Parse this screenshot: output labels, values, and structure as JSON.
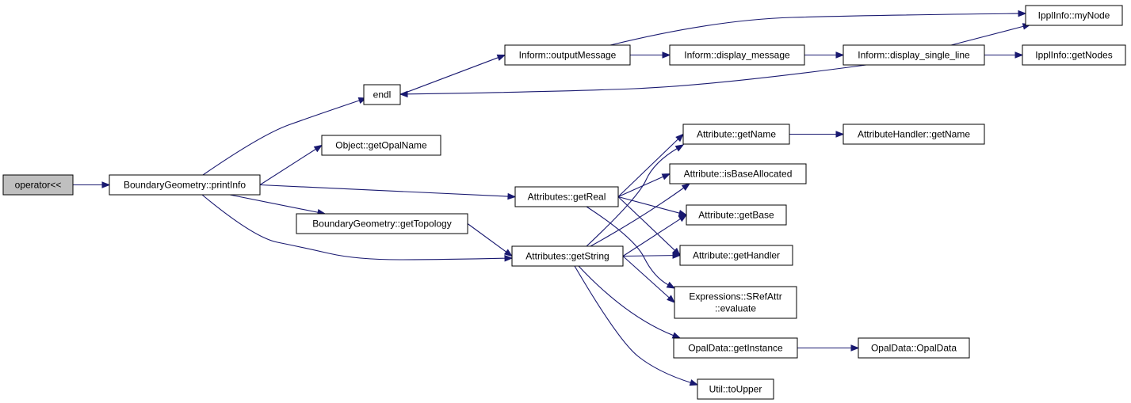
{
  "graph": {
    "edge_color": "#191970",
    "root_fill": "#bfbfbf",
    "nodes": [
      {
        "id": "operator_ll",
        "lines": [
          "operator<<"
        ],
        "root": true
      },
      {
        "id": "bg_printInfo",
        "lines": [
          "BoundaryGeometry::printInfo"
        ]
      },
      {
        "id": "endl",
        "lines": [
          "endl"
        ]
      },
      {
        "id": "object_getOpalName",
        "lines": [
          "Object::getOpalName"
        ]
      },
      {
        "id": "attributes_getReal",
        "lines": [
          "Attributes::getReal"
        ]
      },
      {
        "id": "bg_getTopology",
        "lines": [
          "BoundaryGeometry::getTopology"
        ]
      },
      {
        "id": "attributes_getString",
        "lines": [
          "Attributes::getString"
        ]
      },
      {
        "id": "inform_outputMessage",
        "lines": [
          "Inform::outputMessage"
        ]
      },
      {
        "id": "inform_display_message",
        "lines": [
          "Inform::display_message"
        ]
      },
      {
        "id": "inform_display_single_line",
        "lines": [
          "Inform::display_single_line"
        ]
      },
      {
        "id": "ipplinfo_myNode",
        "lines": [
          "IpplInfo::myNode"
        ]
      },
      {
        "id": "ipplinfo_getNodes",
        "lines": [
          "IpplInfo::getNodes"
        ]
      },
      {
        "id": "attribute_getName",
        "lines": [
          "Attribute::getName"
        ]
      },
      {
        "id": "attribute_isBaseAllocated",
        "lines": [
          "Attribute::isBaseAllocated"
        ]
      },
      {
        "id": "attribute_getBase",
        "lines": [
          "Attribute::getBase"
        ]
      },
      {
        "id": "attribute_getHandler",
        "lines": [
          "Attribute::getHandler"
        ]
      },
      {
        "id": "expressions_srefattr_evaluate",
        "lines": [
          "Expressions::SRefAttr",
          "::evaluate"
        ]
      },
      {
        "id": "opaldata_getInstance",
        "lines": [
          "OpalData::getInstance"
        ]
      },
      {
        "id": "util_toUpper",
        "lines": [
          "Util::toUpper"
        ]
      },
      {
        "id": "attributehandler_getName",
        "lines": [
          "AttributeHandler::getName"
        ]
      },
      {
        "id": "opaldata_opaldata",
        "lines": [
          "OpalData::OpalData"
        ]
      }
    ],
    "edges": [
      [
        "operator_ll",
        "bg_printInfo"
      ],
      [
        "bg_printInfo",
        "endl"
      ],
      [
        "bg_printInfo",
        "object_getOpalName"
      ],
      [
        "bg_printInfo",
        "attributes_getReal"
      ],
      [
        "bg_printInfo",
        "bg_getTopology"
      ],
      [
        "bg_printInfo",
        "attributes_getString"
      ],
      [
        "endl",
        "inform_outputMessage"
      ],
      [
        "inform_outputMessage",
        "inform_display_message"
      ],
      [
        "inform_outputMessage",
        "ipplinfo_myNode"
      ],
      [
        "inform_display_message",
        "inform_display_single_line"
      ],
      [
        "inform_display_single_line",
        "endl"
      ],
      [
        "inform_display_single_line",
        "ipplinfo_myNode"
      ],
      [
        "inform_display_single_line",
        "ipplinfo_getNodes"
      ],
      [
        "bg_getTopology",
        "attributes_getString"
      ],
      [
        "attributes_getReal",
        "attribute_getName"
      ],
      [
        "attributes_getReal",
        "attribute_isBaseAllocated"
      ],
      [
        "attributes_getReal",
        "attribute_getBase"
      ],
      [
        "attributes_getReal",
        "attribute_getHandler"
      ],
      [
        "attributes_getReal",
        "expressions_srefattr_evaluate"
      ],
      [
        "attributes_getString",
        "attribute_getName"
      ],
      [
        "attributes_getString",
        "attribute_isBaseAllocated"
      ],
      [
        "attributes_getString",
        "attribute_getBase"
      ],
      [
        "attributes_getString",
        "attribute_getHandler"
      ],
      [
        "attributes_getString",
        "expressions_srefattr_evaluate"
      ],
      [
        "attributes_getString",
        "opaldata_getInstance"
      ],
      [
        "attributes_getString",
        "util_toUpper"
      ],
      [
        "attribute_getName",
        "attributehandler_getName"
      ],
      [
        "opaldata_getInstance",
        "opaldata_opaldata"
      ]
    ]
  }
}
